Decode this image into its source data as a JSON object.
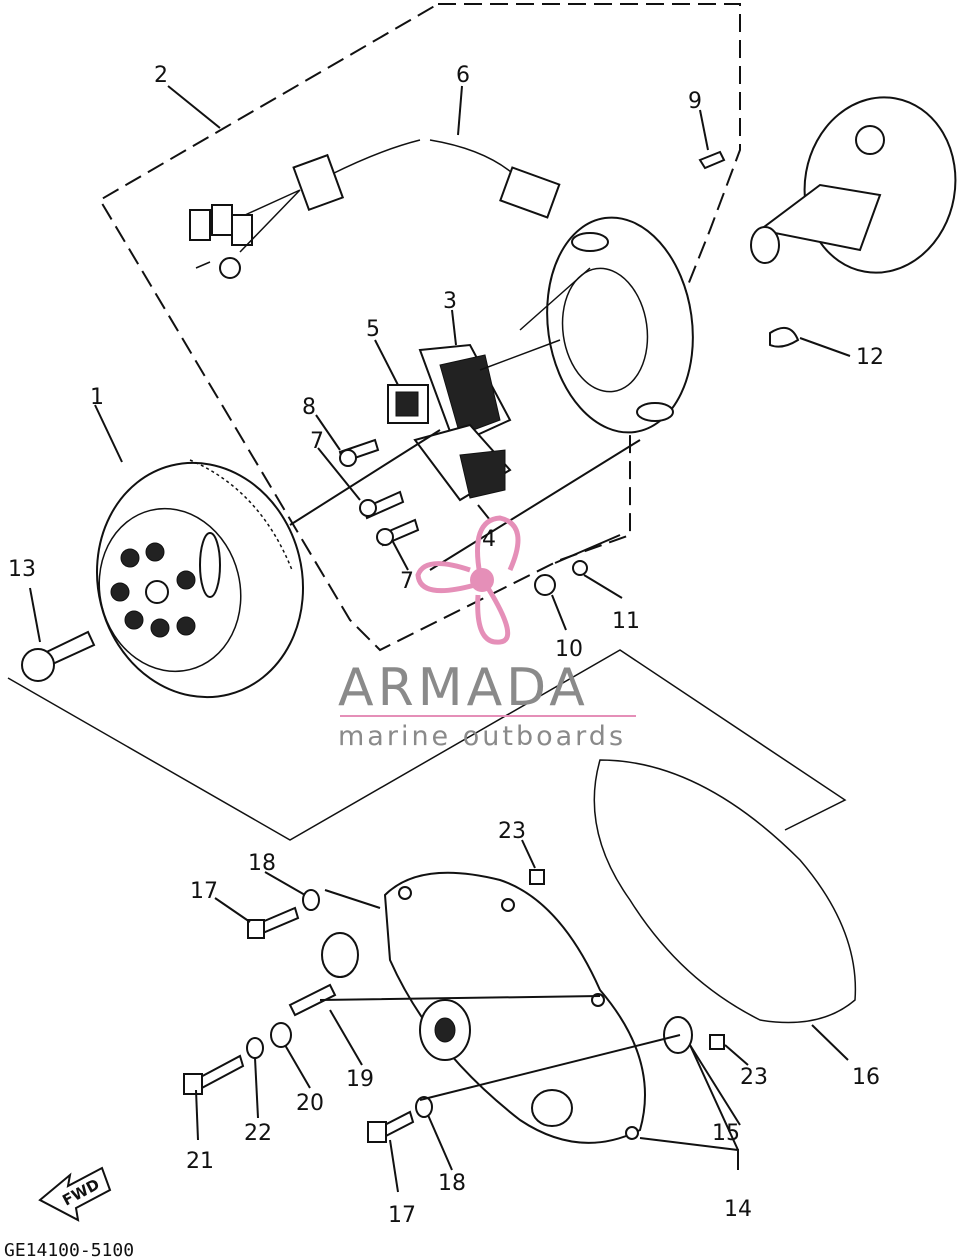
{
  "diagram": {
    "callouts": [
      "1",
      "2",
      "3",
      "4",
      "5",
      "6",
      "7",
      "7",
      "8",
      "9",
      "10",
      "11",
      "12",
      "13",
      "14",
      "15",
      "16",
      "17",
      "17",
      "18",
      "18",
      "19",
      "20",
      "21",
      "22",
      "23",
      "23"
    ],
    "drawing_code": "GE14100-5100",
    "direction_label": "FWD"
  },
  "watermark": {
    "brand": "ARMADA",
    "tagline": "marine outboards",
    "colors": {
      "propeller": "#e58fb8",
      "text": "#8a8a8a",
      "rule": "#e58fb8"
    }
  }
}
